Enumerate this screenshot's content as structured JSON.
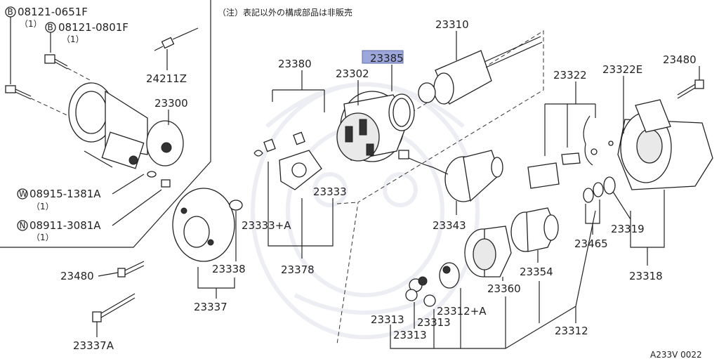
{
  "note": "（注）表記以外の構成部品は非販売",
  "figure_code": "A233V 0022",
  "highlight_color": "#9da7dc",
  "callouts": {
    "b1_code": "08121-0651F",
    "b1_qty": "（1）",
    "b2_code": "08121-0801F",
    "b2_qty": "（1）",
    "w_code": "08915-1381A",
    "w_qty": "（1）",
    "n_code": "08911-3081A",
    "n_qty": "（1）",
    "b_symbol": "B",
    "w_symbol": "W",
    "n_symbol": "N"
  },
  "parts": {
    "p24211Z": "24211Z",
    "p23300": "23300",
    "p23310": "23310",
    "p23385": "23385",
    "p23302": "23302",
    "p23380": "23380",
    "p23322": "23322",
    "p23322E": "23322E",
    "p23480_top": "23480",
    "p23333": "23333",
    "p23333A": "23333+A",
    "p23378": "23378",
    "p23343": "23343",
    "p23319": "23319",
    "p23465": "23465",
    "p23318": "23318",
    "p23338": "23338",
    "p23480_left": "23480",
    "p23337": "23337",
    "p23337A": "23337A",
    "p23360": "23360",
    "p23354": "23354",
    "p23313_a": "23313",
    "p23313_b": "23313",
    "p23313_c": "23313",
    "p23312A": "23312+A",
    "p23312": "23312"
  }
}
